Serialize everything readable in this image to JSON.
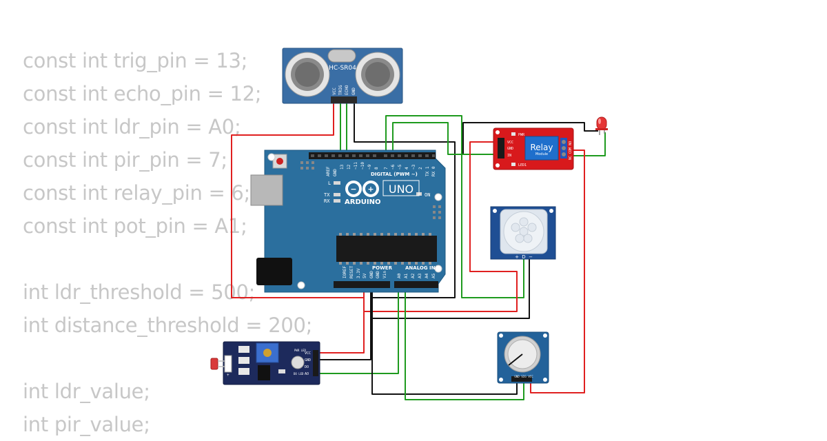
{
  "code": {
    "lines": [
      "const int trig_pin = 13;",
      "const int echo_pin = 12;",
      "const int ldr_pin = A0;",
      "const int pir_pin = 7;",
      "const int relay_pin = 6;",
      "const int pot_pin = A1;",
      "",
      "int ldr_threshold = 500;",
      "int distance_threshold = 200;",
      "",
      "int ldr_value;",
      "int pir_value;"
    ]
  },
  "components": {
    "hcsr04": {
      "label": "HC-SR04",
      "pins": [
        "VCC",
        "TRIG",
        "ECHO",
        "GND"
      ]
    },
    "arduino": {
      "brand": "ARDUINO",
      "model": "UNO",
      "digital_label": "DIGITAL (PWM ~)",
      "power_label": "POWER",
      "analog_label": "ANALOG IN",
      "on_label": "ON",
      "l_label": "L",
      "tx_label": "TX",
      "rx_label": "RX",
      "aref": "AREF",
      "gnd": "GND",
      "digital_pins": [
        "13",
        "12",
        "~11",
        "~10",
        "~9",
        "8",
        "7",
        "~6",
        "~5",
        "4",
        "~3",
        "2",
        "TX 1",
        "RX 0"
      ],
      "power_pins": [
        "IOREF",
        "RESET",
        "3.3V",
        "5V",
        "GND",
        "GND",
        "Vin"
      ],
      "analog_pins": [
        "A0",
        "A1",
        "A2",
        "A3",
        "A4",
        "A5"
      ]
    },
    "relay": {
      "title": "Relay",
      "subtitle": "Module",
      "pins": [
        "VCC",
        "GND",
        "IN"
      ],
      "pwr": "PWR",
      "led1": "LED1",
      "contacts": "NC COM NO"
    },
    "ldr_module": {
      "pins": [
        "VCC",
        "GND",
        "DO",
        "AO"
      ],
      "pwr_led": "PWR LED",
      "do_led": "DO LED"
    },
    "potentiometer": {
      "pins": [
        "GND",
        "SIG",
        "VCC"
      ]
    },
    "pir": {
      "pins": [
        "+",
        "D",
        "−"
      ]
    }
  },
  "colors": {
    "code_text": "#c7c7c7",
    "wire_red": "#e01f1f",
    "wire_black": "#111111",
    "wire_green": "#1e9a1e",
    "board_blue": "#2b6f9e",
    "module_blue": "#23629a",
    "relay_red": "#d8191c",
    "ldr_board": "#1d2a5c"
  },
  "icons": [
    "ultrasonic-sensor-icon",
    "arduino-infinity-logo-icon",
    "led-icon",
    "pir-dome-icon",
    "potentiometer-knob-icon",
    "photoresistor-icon"
  ]
}
